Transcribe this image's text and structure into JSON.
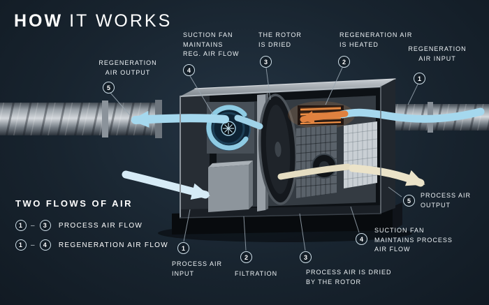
{
  "title": {
    "bold": "HOW",
    "light": "IT WORKS"
  },
  "callouts": {
    "regen_output": {
      "num": "5",
      "label": "REGENERATION\nAIR OUTPUT"
    },
    "suction_reg": {
      "num": "4",
      "label": "SUCTION FAN\nMAINTAINS\nREG. AIR FLOW"
    },
    "rotor_dried": {
      "num": "3",
      "label": "THE ROTOR\nIS DRIED"
    },
    "regen_heated": {
      "num": "2",
      "label": "REGENERATION AIR\nIS HEATED"
    },
    "regen_input": {
      "num": "1",
      "label": "REGENERATION\nAIR INPUT"
    },
    "process_input": {
      "num": "1",
      "label": "PROCESS AIR\nINPUT"
    },
    "filtration": {
      "num": "2",
      "label": "FILTRATION"
    },
    "process_dried": {
      "num": "3",
      "label": "PROCESS AIR IS DRIED\nBY THE ROTOR"
    },
    "suction_process": {
      "num": "4",
      "label": "SUCTION FAN\nMAINTAINS PROCESS\nAIR FLOW"
    },
    "process_output": {
      "num": "5",
      "label": "PROCESS AIR\nOUTPUT"
    }
  },
  "legend": {
    "title": "TWO FLOWS OF AIR",
    "rows": [
      {
        "start": "1",
        "dash": "–",
        "end": "3",
        "label": "PROCESS AIR FLOW"
      },
      {
        "start": "1",
        "dash": "–",
        "end": "4",
        "label": "REGENERATION AIR FLOW"
      }
    ]
  },
  "colors": {
    "background": "#18242f",
    "text": "#eef3f6",
    "badge_border": "#cfe0ea",
    "flow_blue": "#a5d8ee",
    "heater_orange": "#e0813f",
    "process_output_cream": "#ebe3c9",
    "duct_grey": "#9aa2a9"
  }
}
